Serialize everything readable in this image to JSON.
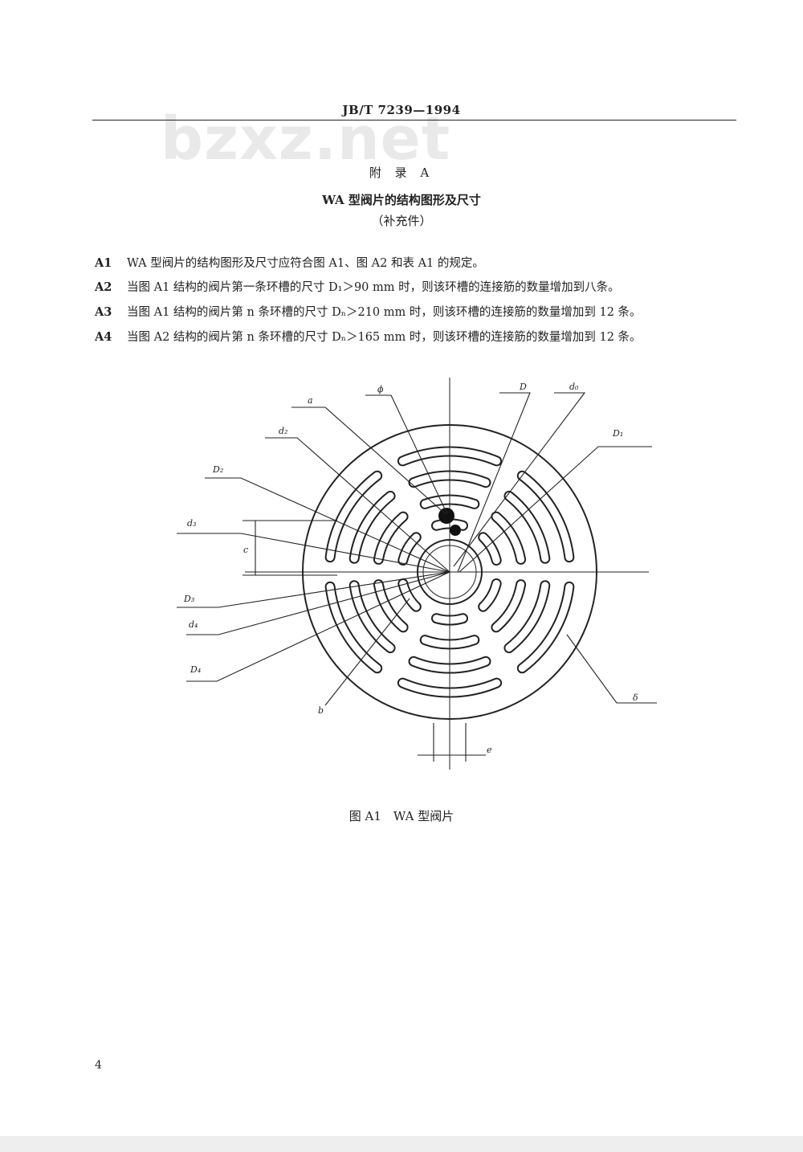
{
  "header": {
    "standard_number": "JB/T  7239—1994",
    "watermark": "bzxz.net"
  },
  "appendix": {
    "title": "附 录 A",
    "subtitle": "WA 型阀片的结构图形及尺寸",
    "note": "（补充件）"
  },
  "clauses": [
    {
      "num": "A1",
      "text": "WA 型阀片的结构图形及尺寸应符合图 A1、图 A2 和表 A1 的规定。"
    },
    {
      "num": "A2",
      "text": "当图 A1 结构的阀片第一条环槽的尺寸 D₁＞90 mm 时，则该环槽的连接筋的数量增加到八条。"
    },
    {
      "num": "A3",
      "text": "当图 A1 结构的阀片第 n 条环槽的尺寸 Dₙ＞210 mm 时，则该环槽的连接筋的数量增加到 12 条。"
    },
    {
      "num": "A4",
      "text": "当图 A2 结构的阀片第 n 条环槽的尺寸 Dₙ＞165 mm 时，则该环槽的连接筋的数量增加到 12 条。"
    }
  ],
  "figure": {
    "caption": "图 A1　WA 型阀片",
    "labels": {
      "a": "a",
      "phi": "ϕ",
      "D": "D",
      "d0": "d₀",
      "D1": "D₁",
      "d2": "d₂",
      "D2": "D₂",
      "d3": "d₃",
      "c": "c",
      "D3": "D₃",
      "d4": "d₄",
      "D4": "D₄",
      "b": "b",
      "e": "e",
      "delta": "δ"
    }
  },
  "footer": {
    "page_number": "4"
  }
}
